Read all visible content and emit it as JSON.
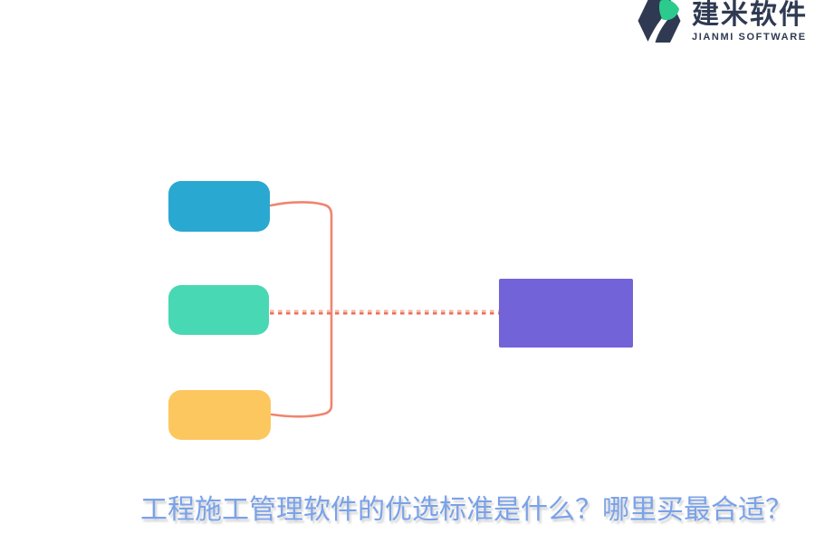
{
  "logo": {
    "name": "建米软件",
    "subtitle": "JIANMI SOFTWARE",
    "icon": "hexagon-leaf-logo",
    "colors": {
      "navy": "#2f3a52",
      "green": "#2bcb8d",
      "white": "#ffffff"
    }
  },
  "title": {
    "text": "工程施工管理软件的优选标准是什么？哪里买最合适？",
    "color": "#7aa2e9"
  },
  "diagram": {
    "nodes": [
      {
        "id": "node-blue",
        "shape": "rounded-rect",
        "label": "",
        "color": "#29a8d1"
      },
      {
        "id": "node-green",
        "shape": "rounded-rect",
        "label": "",
        "color": "#48d8b4"
      },
      {
        "id": "node-yellow",
        "shape": "rounded-rect",
        "label": "",
        "color": "#fdc75f"
      },
      {
        "id": "node-purple",
        "shape": "rect",
        "label": "",
        "color": "#7263d9"
      }
    ],
    "connectors": {
      "bracket_color": "#ef8570",
      "dotted_light": "#f6b4a3",
      "dotted_dark": "#ec6950"
    }
  }
}
